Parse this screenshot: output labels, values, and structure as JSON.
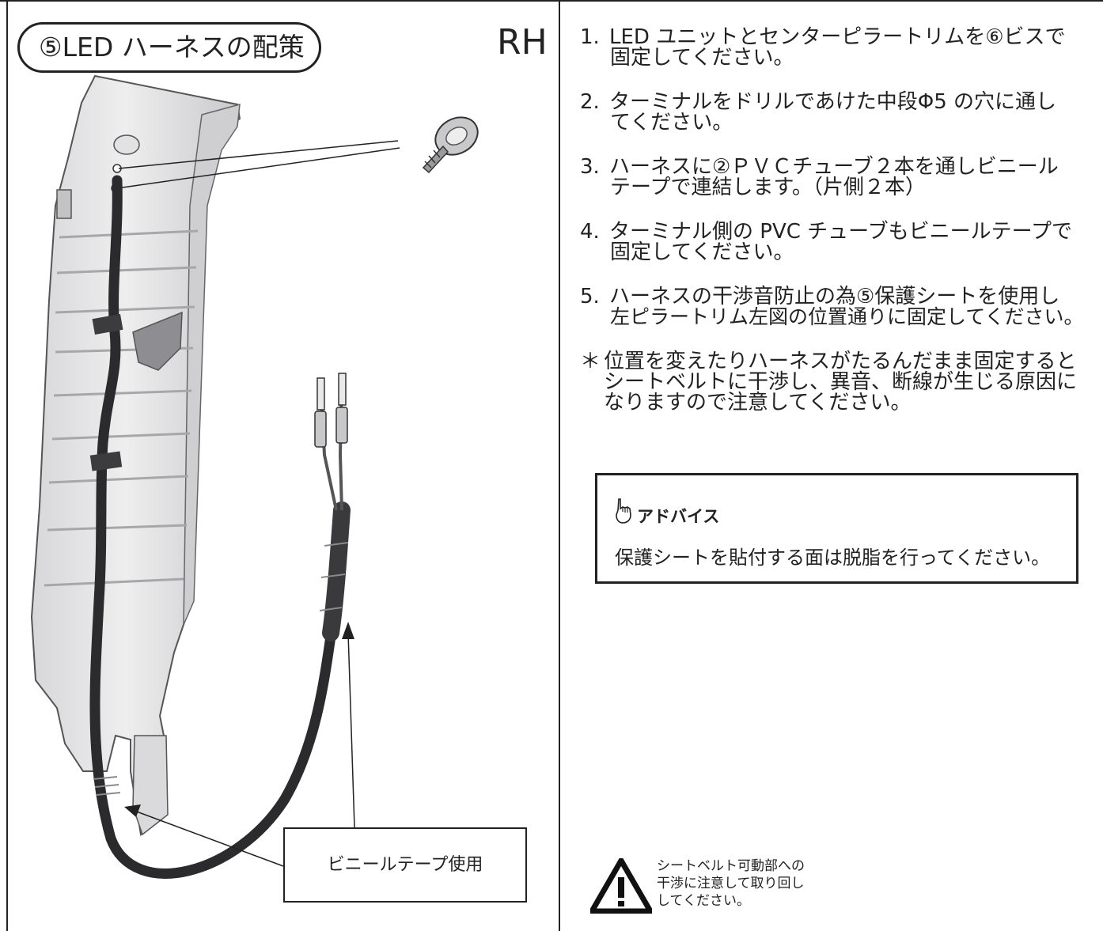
{
  "header": {
    "title": "⑤LED ハーネスの配策",
    "side": "RH"
  },
  "steps": [
    {
      "num": "1.",
      "line1": "LED ユニットとセンターピラートリムを⑥ビスで",
      "line2": "固定してください。"
    },
    {
      "num": "2.",
      "line1": "ターミナルをドリルであけた中段Φ5 の穴に通し",
      "line2": "てください。"
    },
    {
      "num": "3.",
      "line1": "ハーネスに②ＰＶＣチューブ２本を通しビニール",
      "line2": "テープで連結します。（片側２本）"
    },
    {
      "num": "4.",
      "line1": "ターミナル側の PVC チューブもビニールテープで",
      "line2": "固定してください。"
    },
    {
      "num": "5.",
      "line1": "ハーネスの干渉音防止の為⑤保護シートを使用し",
      "line2": "左ピラートリム左図の位置通りに固定してください。"
    }
  ],
  "note": {
    "mark": "＊",
    "line1": "位置を変えたりハーネスがたるんだまま固定すると",
    "line2": "シートベルトに干渉し、異音、断線が生じる原因に",
    "line3": "なりますので注意してください。"
  },
  "advice": {
    "title": "アドバイス",
    "text": "保護シートを貼付する面は脱脂を行ってください。"
  },
  "callout": "ビニールテープ使用",
  "warning": {
    "line1": "シートベルト可動部への",
    "line2": "干渉に注意して取り回し",
    "line3": "してください。"
  }
}
